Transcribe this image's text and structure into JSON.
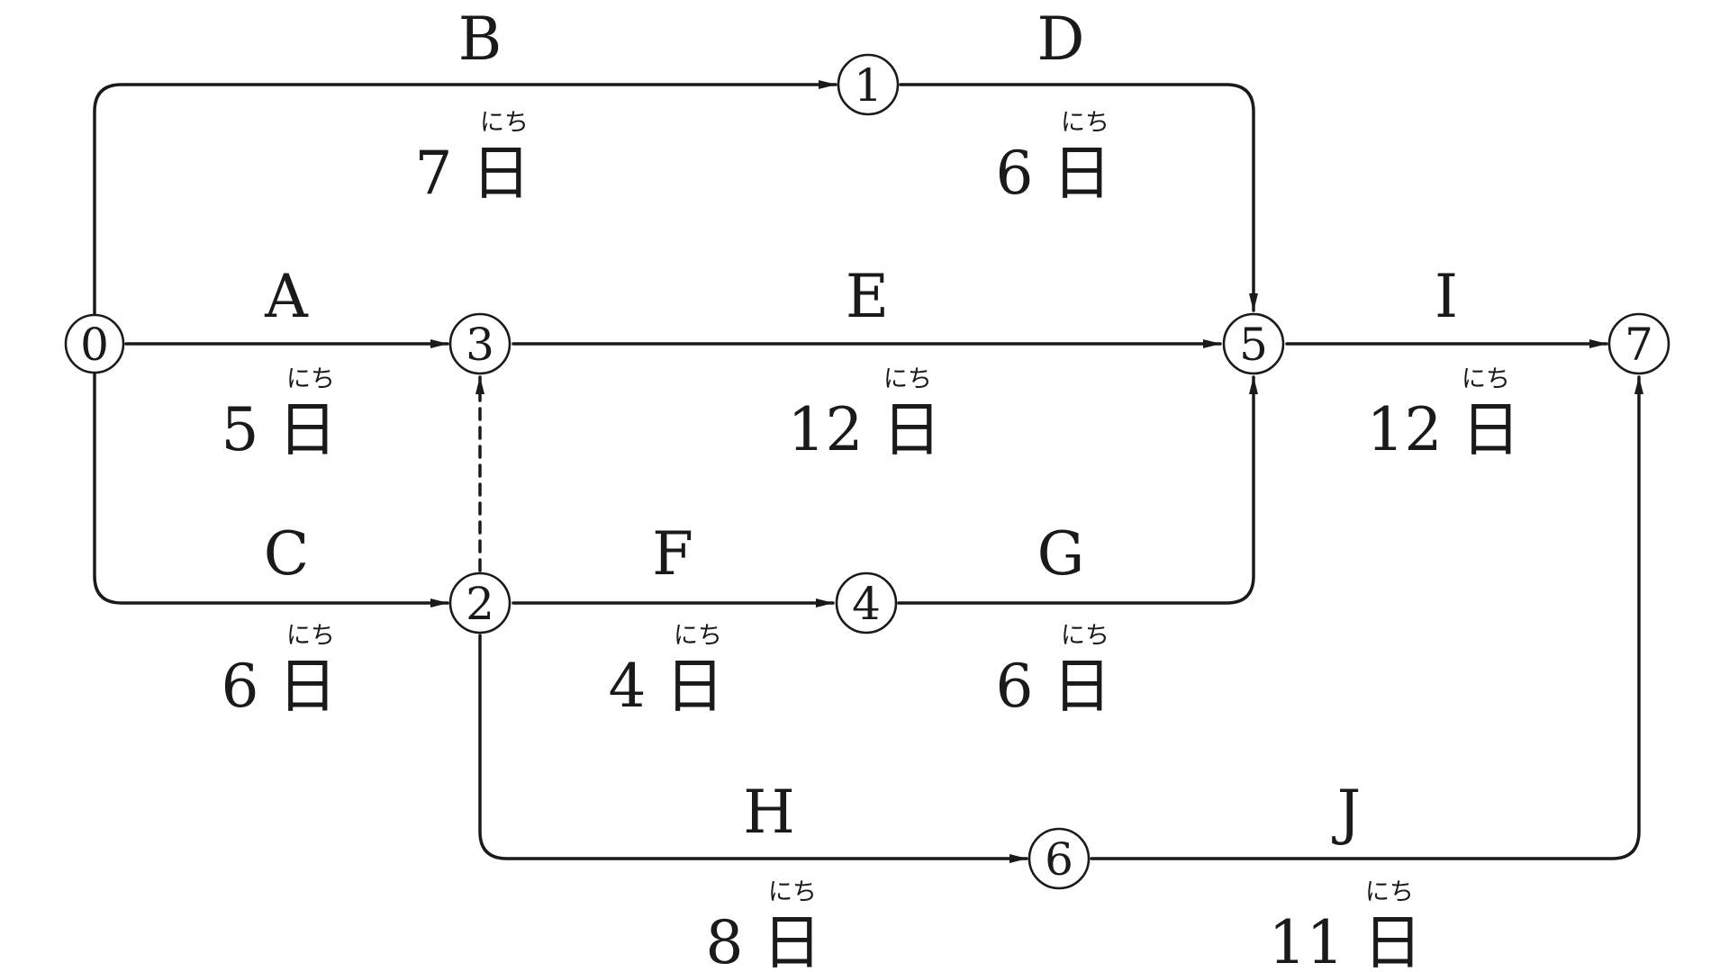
{
  "colors": {
    "ink": "#1a1a1a",
    "background": "#ffffff"
  },
  "nodes": [
    {
      "id": "0",
      "label": "0"
    },
    {
      "id": "1",
      "label": "1"
    },
    {
      "id": "2",
      "label": "2"
    },
    {
      "id": "3",
      "label": "3"
    },
    {
      "id": "4",
      "label": "4"
    },
    {
      "id": "5",
      "label": "5"
    },
    {
      "id": "6",
      "label": "6"
    },
    {
      "id": "7",
      "label": "7"
    }
  ],
  "activities": [
    {
      "id": "A",
      "from": "0",
      "to": "3",
      "letter": "A",
      "duration": "5 日",
      "ruby": "にち"
    },
    {
      "id": "B",
      "from": "0",
      "to": "1",
      "letter": "B",
      "duration": "7 日",
      "ruby": "にち"
    },
    {
      "id": "C",
      "from": "0",
      "to": "2",
      "letter": "C",
      "duration": "6 日",
      "ruby": "にち"
    },
    {
      "id": "D",
      "from": "1",
      "to": "5",
      "letter": "D",
      "duration": "6 日",
      "ruby": "にち"
    },
    {
      "id": "E",
      "from": "3",
      "to": "5",
      "letter": "E",
      "duration": "12 日",
      "ruby": "にち"
    },
    {
      "id": "F",
      "from": "2",
      "to": "4",
      "letter": "F",
      "duration": "4 日",
      "ruby": "にち"
    },
    {
      "id": "G",
      "from": "4",
      "to": "5",
      "letter": "G",
      "duration": "6 日",
      "ruby": "にち"
    },
    {
      "id": "H",
      "from": "2",
      "to": "6",
      "letter": "H",
      "duration": "8 日",
      "ruby": "にち"
    },
    {
      "id": "I",
      "from": "5",
      "to": "7",
      "letter": "I",
      "duration": "12 日",
      "ruby": "にち"
    },
    {
      "id": "J",
      "from": "6",
      "to": "7",
      "letter": "J",
      "duration": "11 日",
      "ruby": "にち"
    }
  ],
  "dummy_edges": [
    {
      "from": "2",
      "to": "3"
    }
  ]
}
